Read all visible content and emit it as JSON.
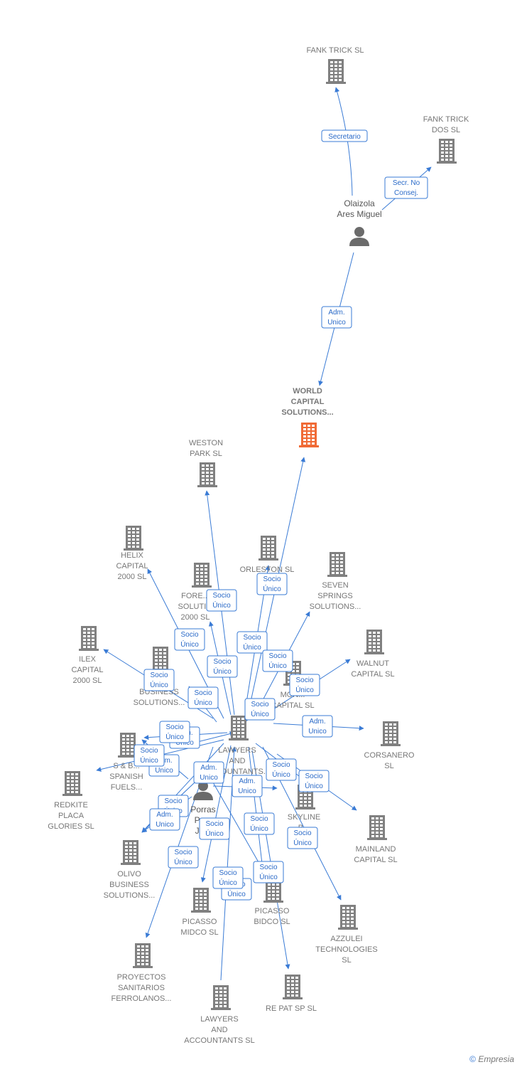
{
  "colors": {
    "edge": "#3a7bd5",
    "company": "#808080",
    "highlight": "#f06a35",
    "person": "#6b6b6b"
  },
  "footer": {
    "copyright": "©",
    "brand": "Empresia"
  },
  "people": [
    {
      "id": "olaizola",
      "lines": [
        "Olaizola",
        "Ares Miguel"
      ]
    },
    {
      "id": "porras",
      "lines": [
        "Porras",
        "Pe...",
        "Ju..."
      ]
    }
  ],
  "companies": [
    {
      "id": "fank_trick",
      "lines": [
        "FANK TRICK SL"
      ]
    },
    {
      "id": "fank_trick_dos",
      "lines": [
        "FANK TRICK",
        "DOS SL"
      ]
    },
    {
      "id": "world_capital",
      "lines": [
        "WORLD",
        "CAPITAL",
        "SOLUTIONS..."
      ],
      "main": true
    },
    {
      "id": "weston",
      "lines": [
        "WESTON",
        "PARK  SL"
      ]
    },
    {
      "id": "helix",
      "lines": [
        "HELIX",
        "CAPITAL",
        "2000  SL"
      ]
    },
    {
      "id": "orleston",
      "lines": [
        "ORLESTON  SL"
      ]
    },
    {
      "id": "seven",
      "lines": [
        "SEVEN",
        "SPRINGS",
        "SOLUTIONS..."
      ]
    },
    {
      "id": "fore",
      "lines": [
        "FORE...",
        "SOLUTI...",
        "2000  SL"
      ]
    },
    {
      "id": "ilex",
      "lines": [
        "ILEX",
        "CAPITAL",
        "2000  SL"
      ]
    },
    {
      "id": "walnut",
      "lines": [
        "WALNUT",
        "CAPITAL  SL"
      ]
    },
    {
      "id": "business_sol",
      "lines": [
        "BUSINESS",
        "SOLUTIONS..."
      ]
    },
    {
      "id": "mon",
      "lines": [
        "MON...",
        "CAPITAL  SL"
      ]
    },
    {
      "id": "lawyers_center",
      "lines": [
        "LAWYERS",
        "AND",
        "ACCOUNTANTS..."
      ]
    },
    {
      "id": "corsanero",
      "lines": [
        "CORSANERO",
        "SL"
      ]
    },
    {
      "id": "spanish_fuels",
      "lines": [
        "S & B...",
        "SPANISH",
        "FUELS..."
      ]
    },
    {
      "id": "redkite",
      "lines": [
        "REDKITE",
        "PLACA",
        "GLORIES  SL"
      ]
    },
    {
      "id": "skyline",
      "lines": [
        "SKYLINE",
        "B...",
        "S..."
      ]
    },
    {
      "id": "mainland",
      "lines": [
        "MAINLAND",
        "CAPITAL  SL"
      ]
    },
    {
      "id": "olivo",
      "lines": [
        "OLIVO",
        "BUSINESS",
        "SOLUTIONS..."
      ]
    },
    {
      "id": "picasso_midco",
      "lines": [
        "PICASSO",
        "MIDCO  SL"
      ]
    },
    {
      "id": "picasso_bidco",
      "lines": [
        "PICASSO",
        "BIDCO  SL"
      ]
    },
    {
      "id": "azzulei",
      "lines": [
        "AZZULEI",
        "TECHNOLOGIES",
        "SL"
      ]
    },
    {
      "id": "proyectos",
      "lines": [
        "PROYECTOS",
        "SANITARIOS",
        "FERROLANOS..."
      ]
    },
    {
      "id": "re_pat",
      "lines": [
        "RE PAT SP  SL"
      ]
    },
    {
      "id": "lawyers_bottom",
      "lines": [
        "LAWYERS",
        "AND",
        "ACCOUNTANTS SL"
      ]
    }
  ],
  "relations": [
    {
      "from": "olaizola",
      "to": "fank_trick",
      "lines": [
        "Secretario"
      ]
    },
    {
      "from": "olaizola",
      "to": "fank_trick_dos",
      "lines": [
        "Secr.  No",
        "Consej."
      ]
    },
    {
      "from": "olaizola",
      "to": "world_capital",
      "lines": [
        "Adm.",
        "Unico"
      ]
    },
    {
      "from": "lawyers_center",
      "to": "world_capital",
      "lines": [
        "Socio",
        "Único"
      ]
    },
    {
      "from": "lawyers_center",
      "to": "weston",
      "lines": [
        "Socio",
        "Único"
      ]
    },
    {
      "from": "lawyers_center",
      "to": "helix",
      "lines": [
        "Socio",
        "Único"
      ]
    },
    {
      "from": "lawyers_center",
      "to": "orleston",
      "lines": [
        "Socio",
        "Único"
      ]
    },
    {
      "from": "lawyers_center",
      "to": "seven",
      "lines": [
        "Socio",
        "Único"
      ]
    },
    {
      "from": "lawyers_center",
      "to": "fore",
      "lines": [
        "Socio",
        "Único"
      ]
    },
    {
      "from": "lawyers_center",
      "to": "ilex",
      "lines": [
        "Socio",
        "Único"
      ]
    },
    {
      "from": "lawyers_center",
      "to": "walnut",
      "lines": [
        "Socio",
        "Único"
      ]
    },
    {
      "from": "lawyers_center",
      "to": "business_sol",
      "lines": [
        "Socio",
        "Único"
      ]
    },
    {
      "from": "lawyers_center",
      "to": "mon",
      "lines": [
        "Socio",
        "Único"
      ]
    },
    {
      "from": "porras",
      "to": "lawyers_center",
      "lines": [
        "Adm.",
        "Unico"
      ]
    },
    {
      "from": "lawyers_center",
      "to": "corsanero",
      "lines": [
        "Adm.",
        "Unico"
      ]
    },
    {
      "from": "lawyers_center",
      "to": "spanish_fuels",
      "lines": [
        "Socio",
        "Único"
      ]
    },
    {
      "from": "porras",
      "to": "spanish_fuels",
      "lines": [
        "Adm.",
        "Unico"
      ]
    },
    {
      "from": "lawyers_center",
      "to": "redkite",
      "lines": [
        "Socio",
        "Único"
      ]
    },
    {
      "from": "lawyers_center",
      "to": "skyline",
      "lines": [
        "Socio",
        "Único"
      ]
    },
    {
      "from": "lawyers_center",
      "to": "mainland",
      "lines": [
        "Socio",
        "Único"
      ]
    },
    {
      "from": "lawyers_center",
      "to": "olivo",
      "lines": [
        "Socio",
        "Único"
      ]
    },
    {
      "from": "porras",
      "to": "olivo",
      "lines": [
        "Adm.",
        "Unico"
      ]
    },
    {
      "from": "lawyers_center",
      "to": "picasso_midco",
      "lines": [
        "Socio",
        "Único"
      ]
    },
    {
      "from": "lawyers_center",
      "to": "picasso_bidco",
      "lines": [
        "Socio",
        "Único"
      ]
    },
    {
      "from": "lawyers_center",
      "to": "azzulei",
      "lines": [
        "Socio",
        "Único"
      ]
    },
    {
      "from": "lawyers_center",
      "to": "proyectos",
      "lines": [
        "Socio",
        "Único"
      ]
    },
    {
      "from": "lawyers_center",
      "to": "re_pat",
      "lines": [
        "Socio",
        "Único"
      ]
    },
    {
      "from": "lawyers_bottom",
      "to": "lawyers_center",
      "lines": [
        "Socio",
        "Único"
      ]
    },
    {
      "from": "porras",
      "to": "skyline",
      "lines": [
        "Adm.",
        "Unico"
      ]
    },
    {
      "from": "porras",
      "to": "redkite",
      "lines": [
        "Adm.",
        "Unico"
      ]
    },
    {
      "from": "porras",
      "to": "picasso_bidco",
      "lines": [
        "Socio",
        "Único"
      ]
    }
  ]
}
